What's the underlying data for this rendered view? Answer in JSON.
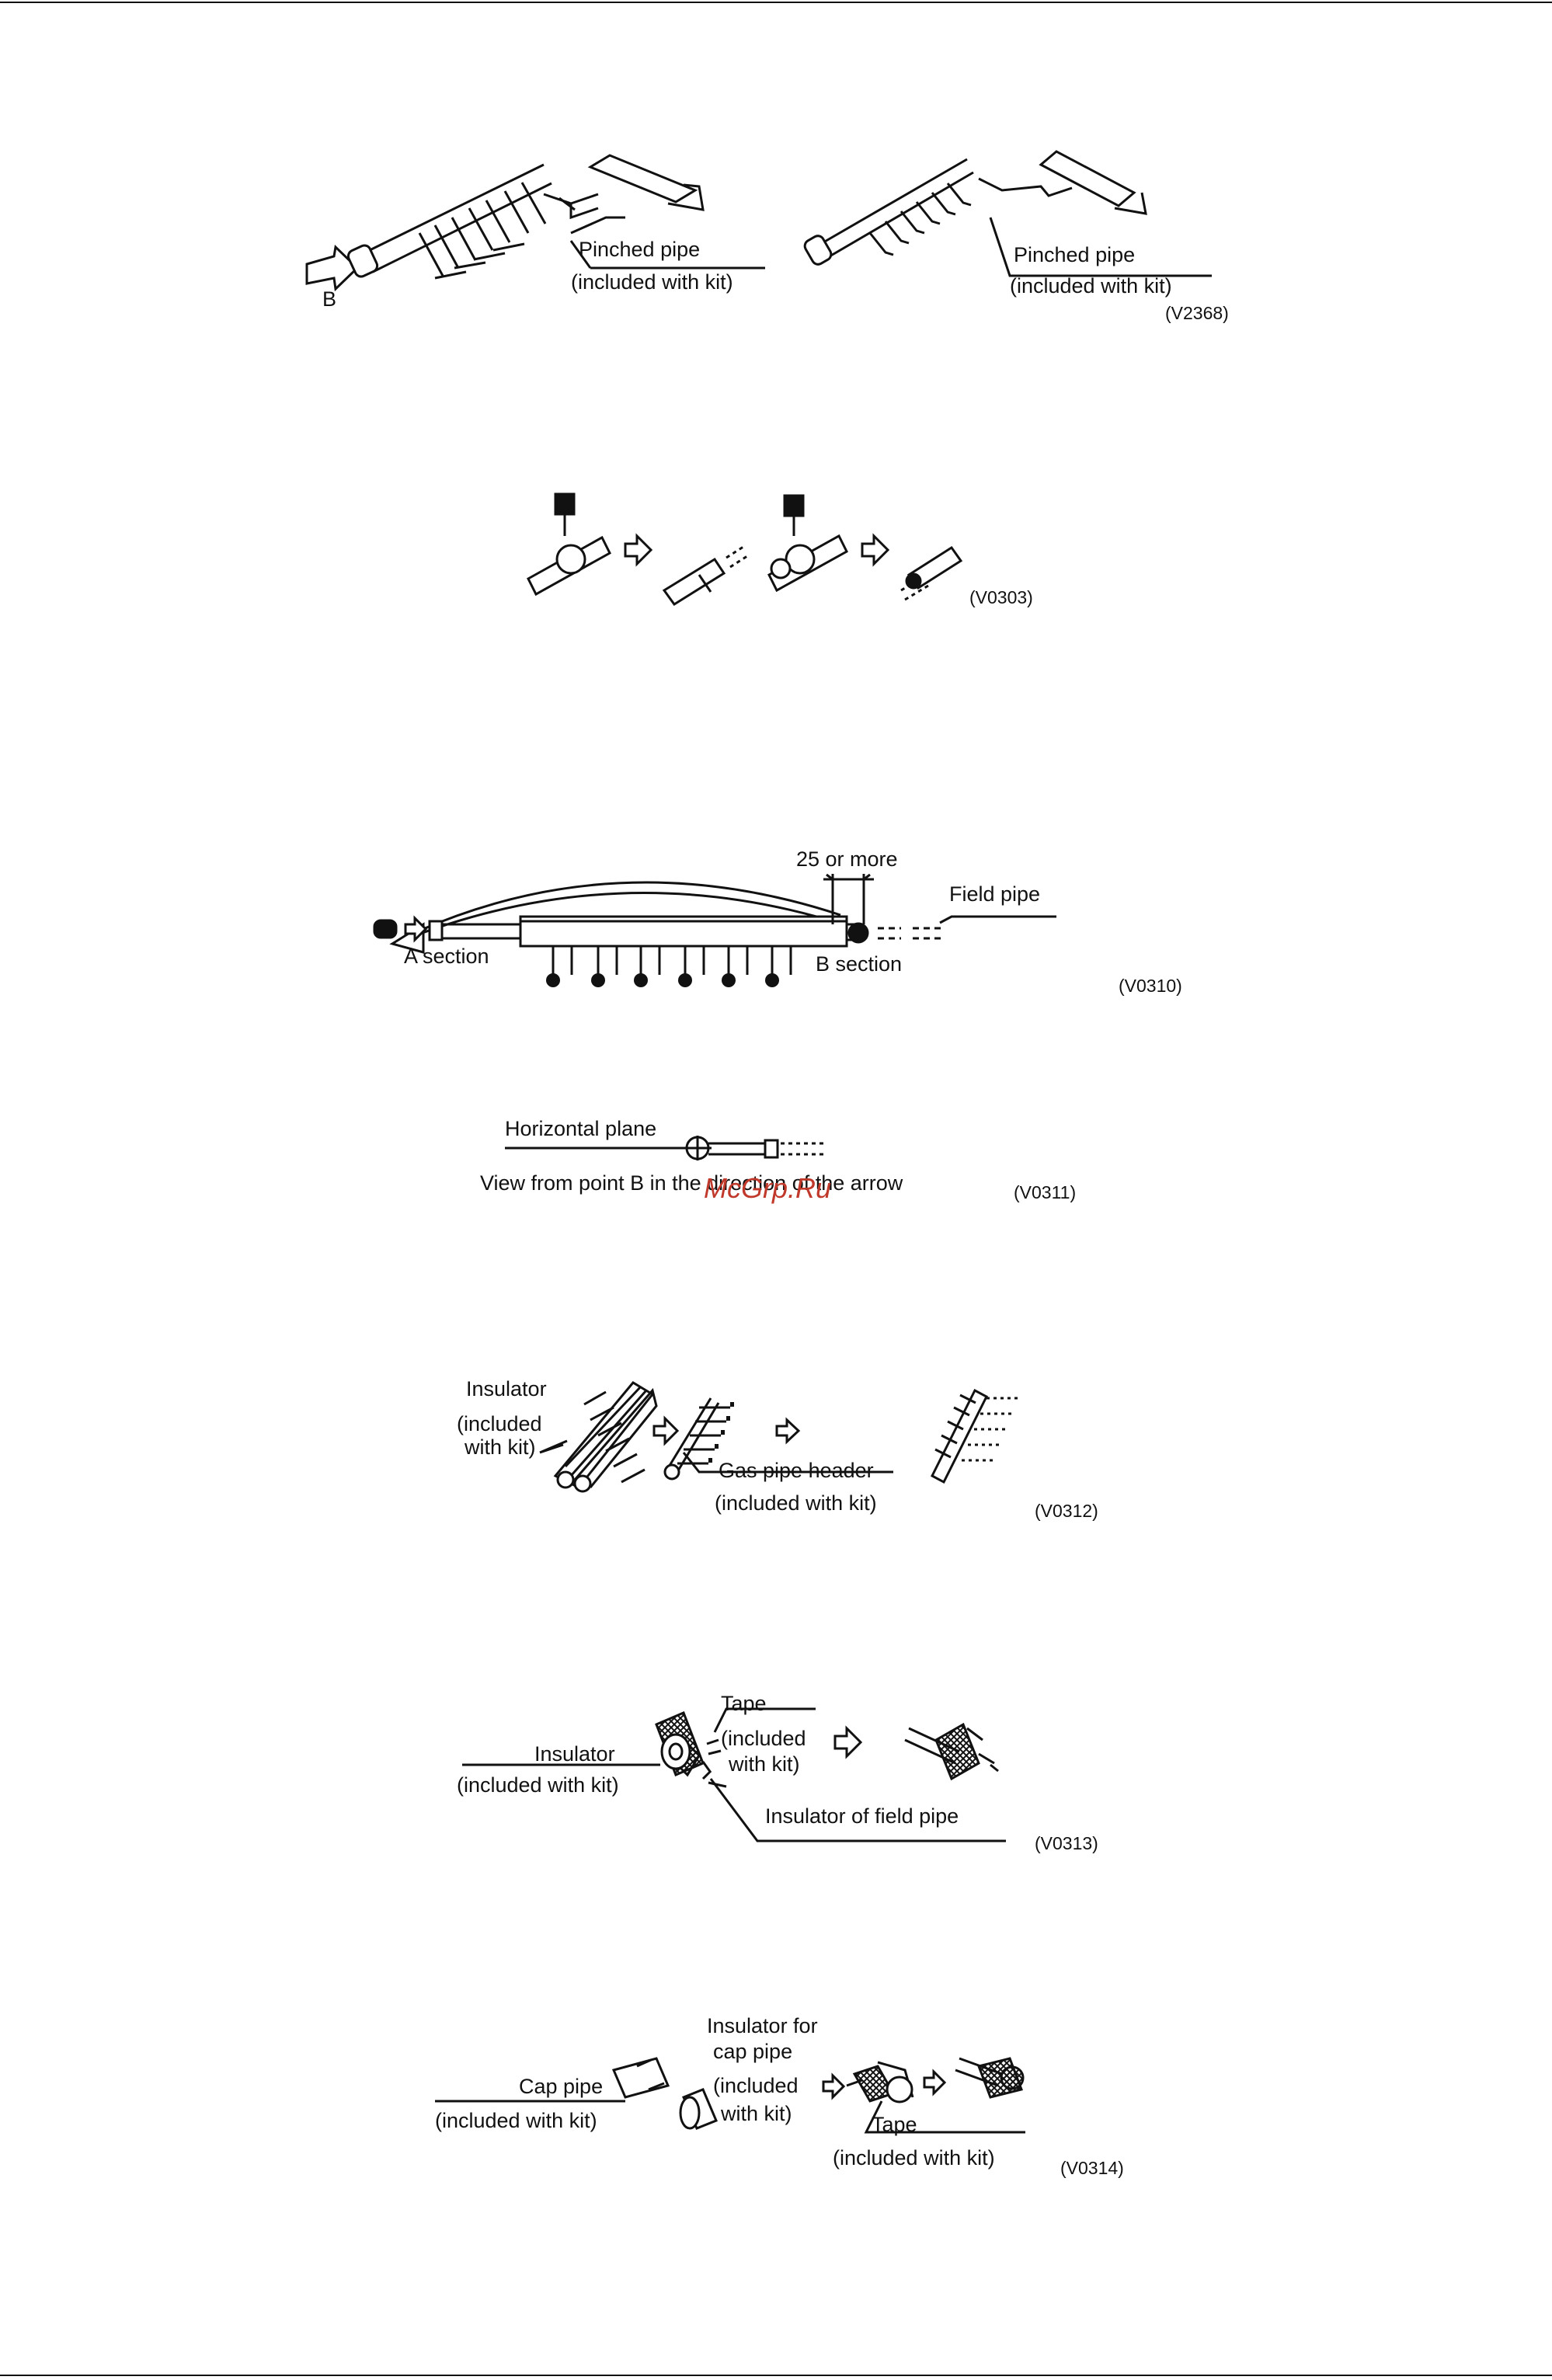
{
  "figures": {
    "v2368": {
      "code": "(V2368)",
      "arrow_label": "B",
      "left_label_1": "Pinched pipe",
      "left_label_2": "(included with kit)",
      "right_label_1": "Pinched pipe",
      "right_label_2": "(included with kit)"
    },
    "v0303": {
      "code": "(V0303)"
    },
    "v0310": {
      "code": "(V0310)",
      "dimension": "25 or more",
      "field_pipe": "Field pipe",
      "a_section": "A section",
      "b_section": "B section"
    },
    "v0311": {
      "code": "(V0311)",
      "horizontal_plane": "Horizontal plane",
      "caption": "View from point B in the direction of the arrow"
    },
    "v0312": {
      "code": "(V0312)",
      "insulator_1": "Insulator",
      "insulator_2": "(included",
      "insulator_3": "with kit)",
      "header_1": "Gas pipe header",
      "header_2": "(included with kit)"
    },
    "v0313": {
      "code": "(V0313)",
      "tape_1": "Tape",
      "tape_2": "(included",
      "tape_3": "with kit)",
      "insulator_1": "Insulator",
      "insulator_2": "(included with kit)",
      "field_insulator": "Insulator of field pipe"
    },
    "v0314": {
      "code": "(V0314)",
      "cap_pipe_1": "Cap pipe",
      "cap_pipe_2": "(included with kit)",
      "cap_ins_1": "Insulator for",
      "cap_ins_2": "cap pipe",
      "cap_ins_3": "(included",
      "cap_ins_4": "with kit)",
      "tape_1": "Tape",
      "tape_2": "(included with kit)"
    }
  },
  "watermark": "McGrp.Ru"
}
